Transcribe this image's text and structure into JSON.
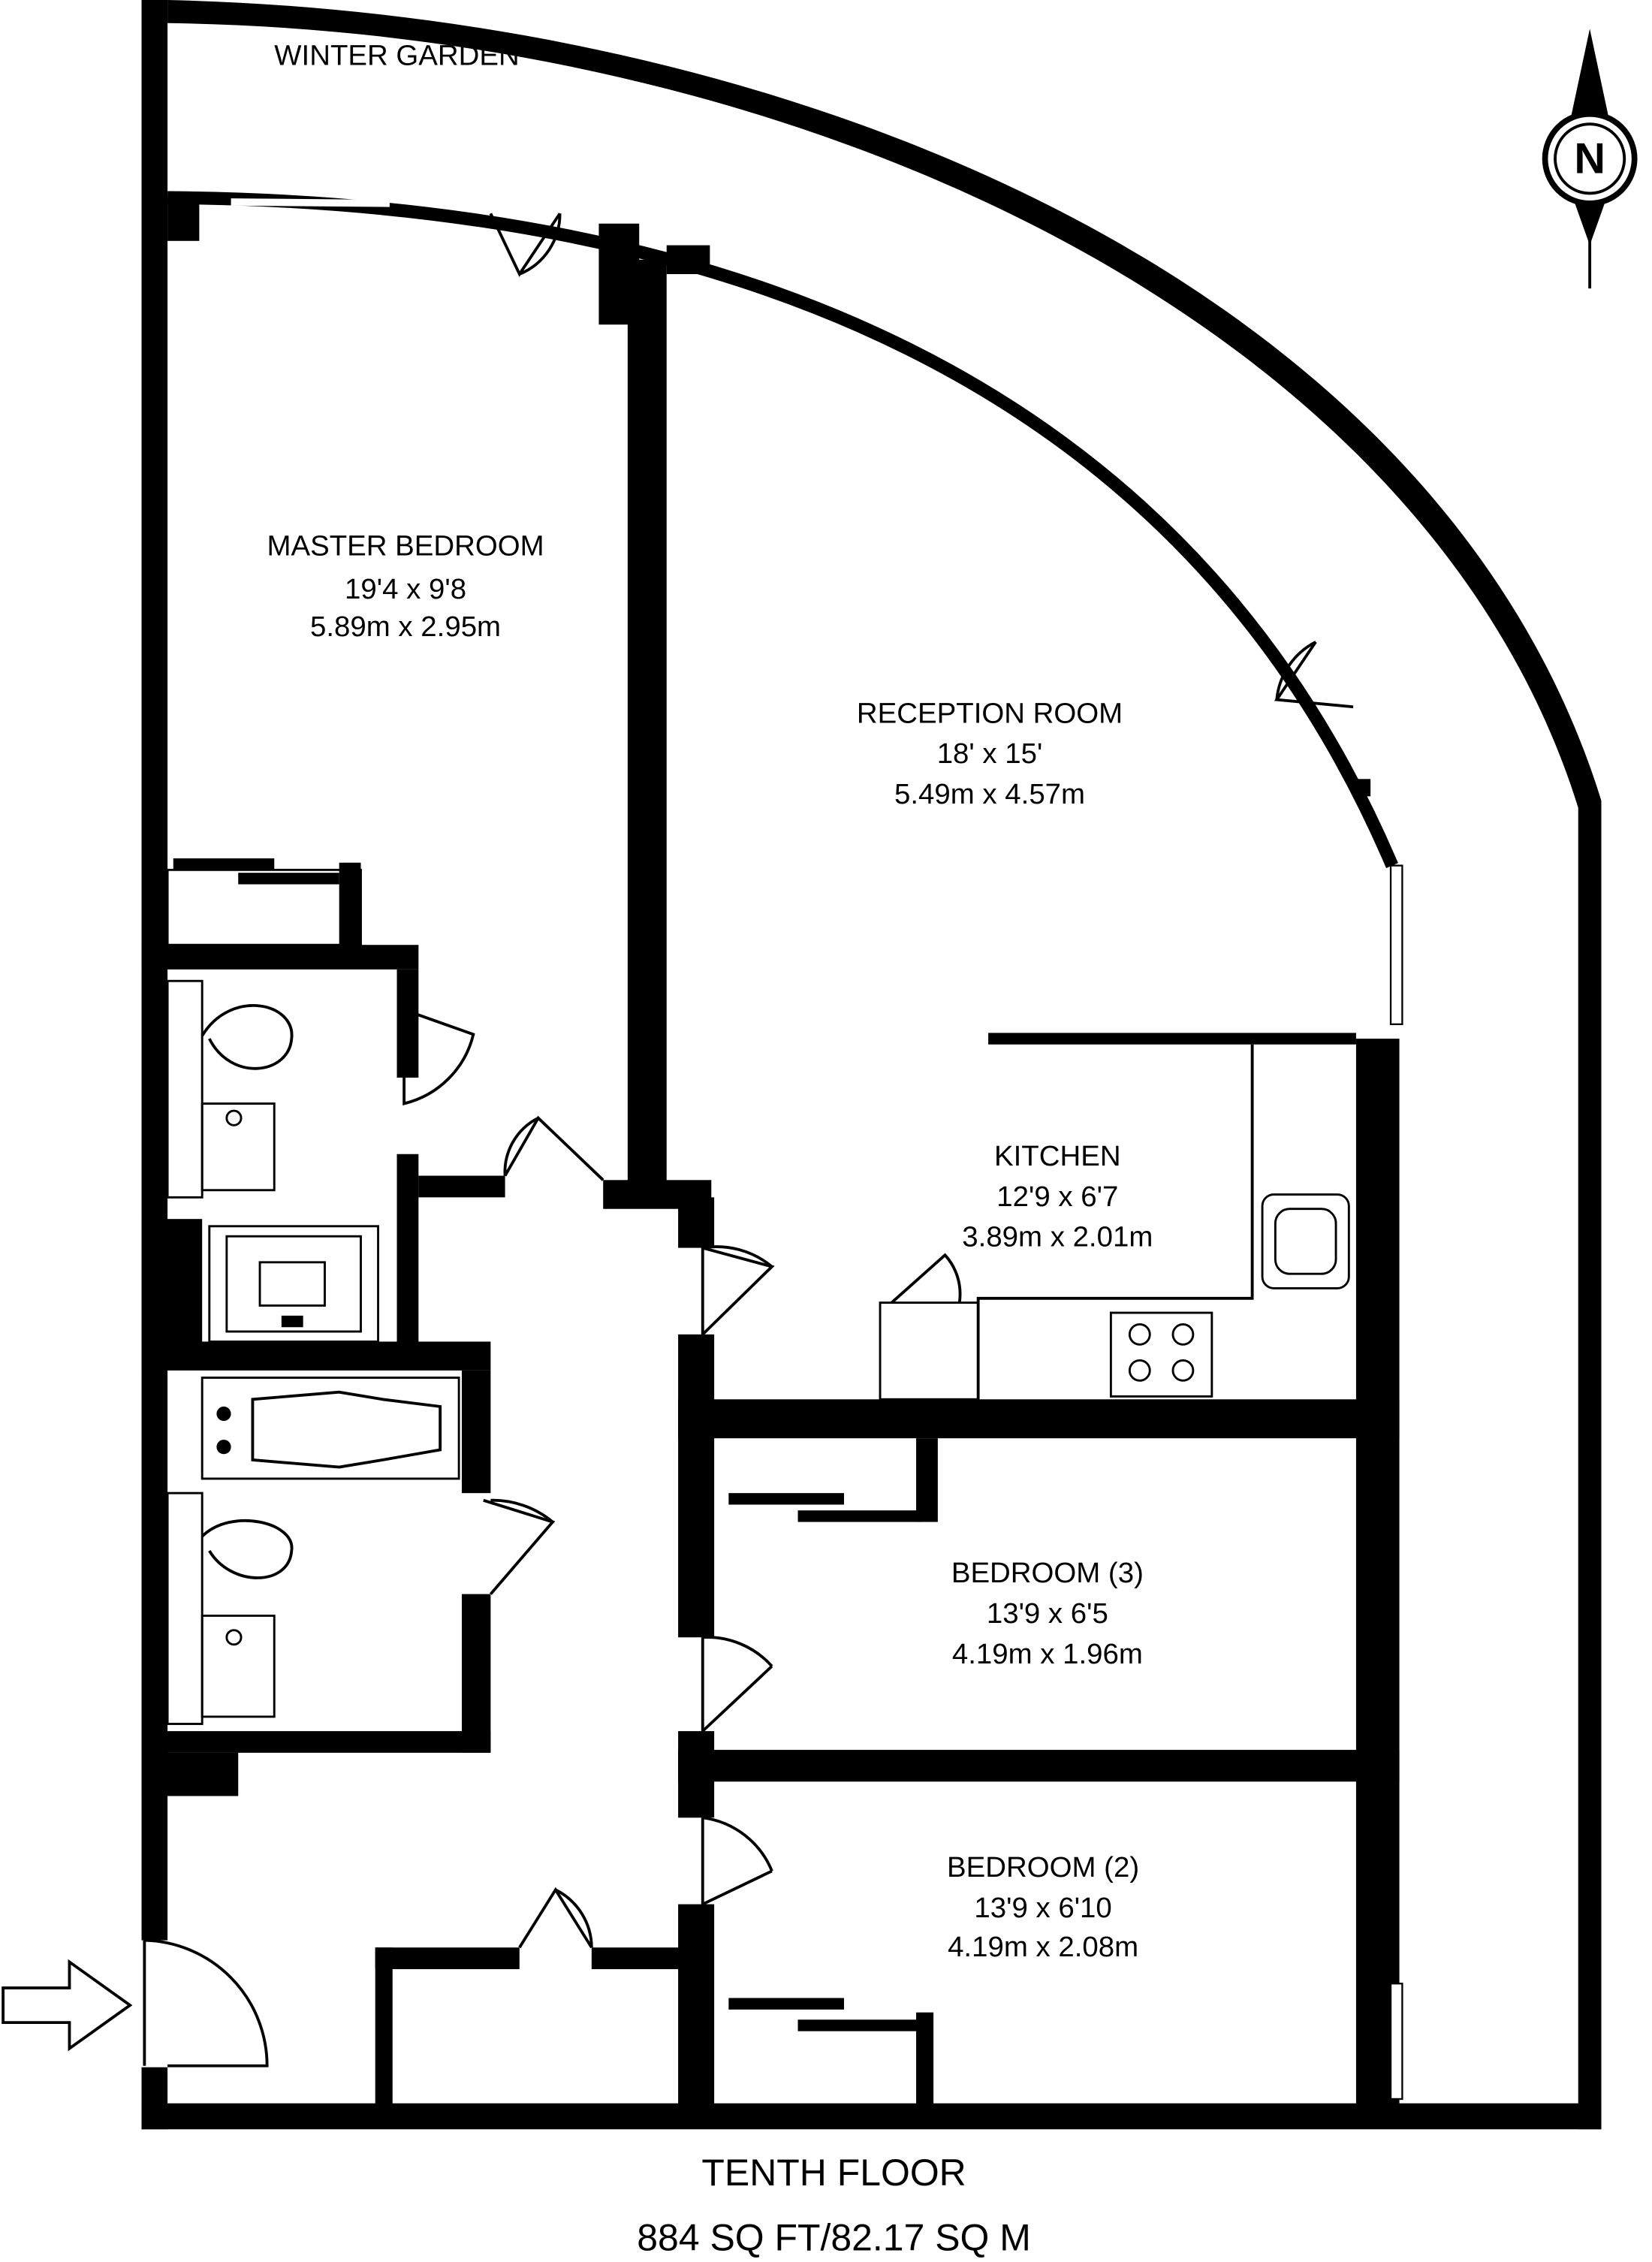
{
  "plan": {
    "title": "TENTH FLOOR",
    "area": "884 SQ FT/82.17 SQ M",
    "compass_letter": "N"
  },
  "rooms": [
    {
      "name": "WINTER GARDEN"
    },
    {
      "name": "MASTER BEDROOM",
      "imperial": "19'4 x 9'8",
      "metric": "5.89m x 2.95m"
    },
    {
      "name": "RECEPTION ROOM",
      "imperial": "18' x 15'",
      "metric": "5.49m x 4.57m"
    },
    {
      "name": "KITCHEN",
      "imperial": "12'9 x 6'7",
      "metric": "3.89m x 2.01m"
    },
    {
      "name": "BEDROOM (3)",
      "imperial": "13'9 x 6'5",
      "metric": "4.19m x 1.96m"
    },
    {
      "name": "BEDROOM (2)",
      "imperial": "13'9 x 6'10",
      "metric": "4.19m x 2.08m"
    }
  ]
}
